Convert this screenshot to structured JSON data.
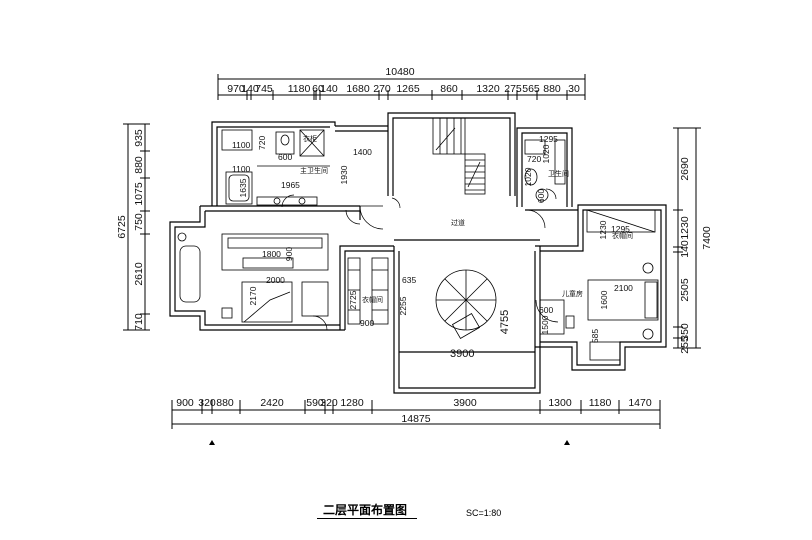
{
  "drawing": {
    "title": "二层平面布置图",
    "scale": "SC=1:80"
  },
  "dims": {
    "top_total": "10480",
    "top_segments": [
      "970",
      "140",
      "745",
      "1180",
      "60",
      "140",
      "1680",
      "270",
      "1265",
      "860",
      "1320",
      "275",
      "565",
      "880",
      "30"
    ],
    "bottom_segments": [
      "900",
      "320",
      "880",
      "2420",
      "590",
      "320",
      "1280",
      "3900",
      "1300",
      "1180",
      "1470"
    ],
    "bottom_total": "14875",
    "left_total": "6725",
    "left_segments": [
      "935",
      "880",
      "1075",
      "750",
      "2610",
      "710"
    ],
    "right_total": "7400",
    "right_segments": [
      "2690",
      "1230",
      "140",
      "2505",
      "350",
      "255"
    ]
  },
  "rooms": {
    "master_bath": "主卫生间",
    "closet_small": "衣柜",
    "bathroom_right": "卫生间",
    "corridor": "过道",
    "kids_room": "儿童房",
    "walkin_left": "衣帽间",
    "walkin_right": "衣帽间"
  },
  "inner_dims": {
    "mb_1100a": "1100",
    "mb_720a": "720",
    "mb_600": "600",
    "mb_1100b": "1100",
    "mb_1635": "1635",
    "mb_1965": "1965",
    "mb_1400": "1400",
    "mb_1930": "1930",
    "mbed_1800": "1800",
    "mbed_900": "900",
    "mbed_2000": "2000",
    "mbed_2170": "2170",
    "wi_2725": "2725",
    "wi_900": "900",
    "st_635": "635",
    "st_2255": "2255",
    "st_3900": "3900",
    "st_4755": "4755",
    "rb_1295a": "1295",
    "rb_720": "720",
    "rb_1020": "1020",
    "rb_1020b": "1020",
    "rb_600": "600",
    "kw_1295": "1295",
    "kw_1230": "1230",
    "kr_2100": "2100",
    "kr_1600": "1600",
    "kr_600": "600",
    "kr_1500": "1500",
    "kr_585": "585"
  }
}
